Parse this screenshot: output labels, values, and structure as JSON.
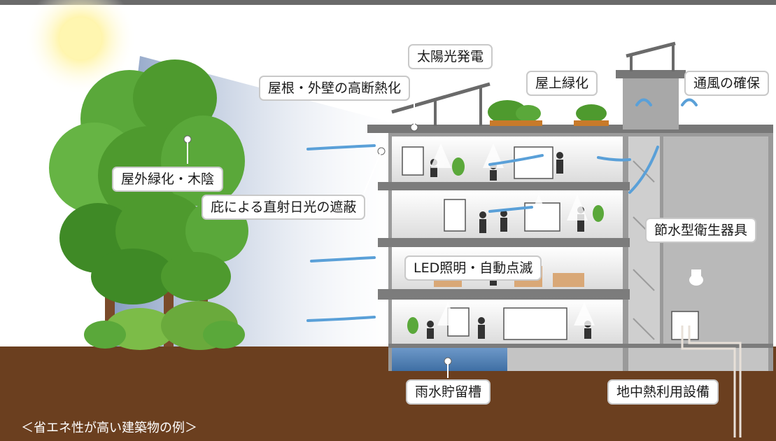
{
  "labels": {
    "solar_power": "太陽光発電",
    "roof_wall_insulation": "屋根・外壁の高断熱化",
    "rooftop_greening": "屋上緑化",
    "ventilation": "通風の確保",
    "outdoor_greening": "屋外緑化・木陰",
    "eaves_shading": "庇による直射日光の遮蔽",
    "led_lighting": "LED照明・自動点滅",
    "water_saving_fixtures": "節水型衛生器具",
    "rainwater_tank": "雨水貯留槽",
    "geothermal": "地中熱利用設備"
  },
  "caption": "＜省エネ性が高い建築物の例＞",
  "colors": {
    "ground": "#6b3f1f",
    "sky": "#ffffff",
    "sun": "#fff6b0",
    "leaf": "#4e9a2e",
    "building_frame": "#8c8c8c",
    "airflow": "#5aa0d8"
  },
  "icons": [
    "sun-icon",
    "tree-icon",
    "solar-panel-icon",
    "airflow-arrow-icon",
    "person-icon",
    "plant-icon",
    "toilet-icon",
    "pipe-icon"
  ]
}
